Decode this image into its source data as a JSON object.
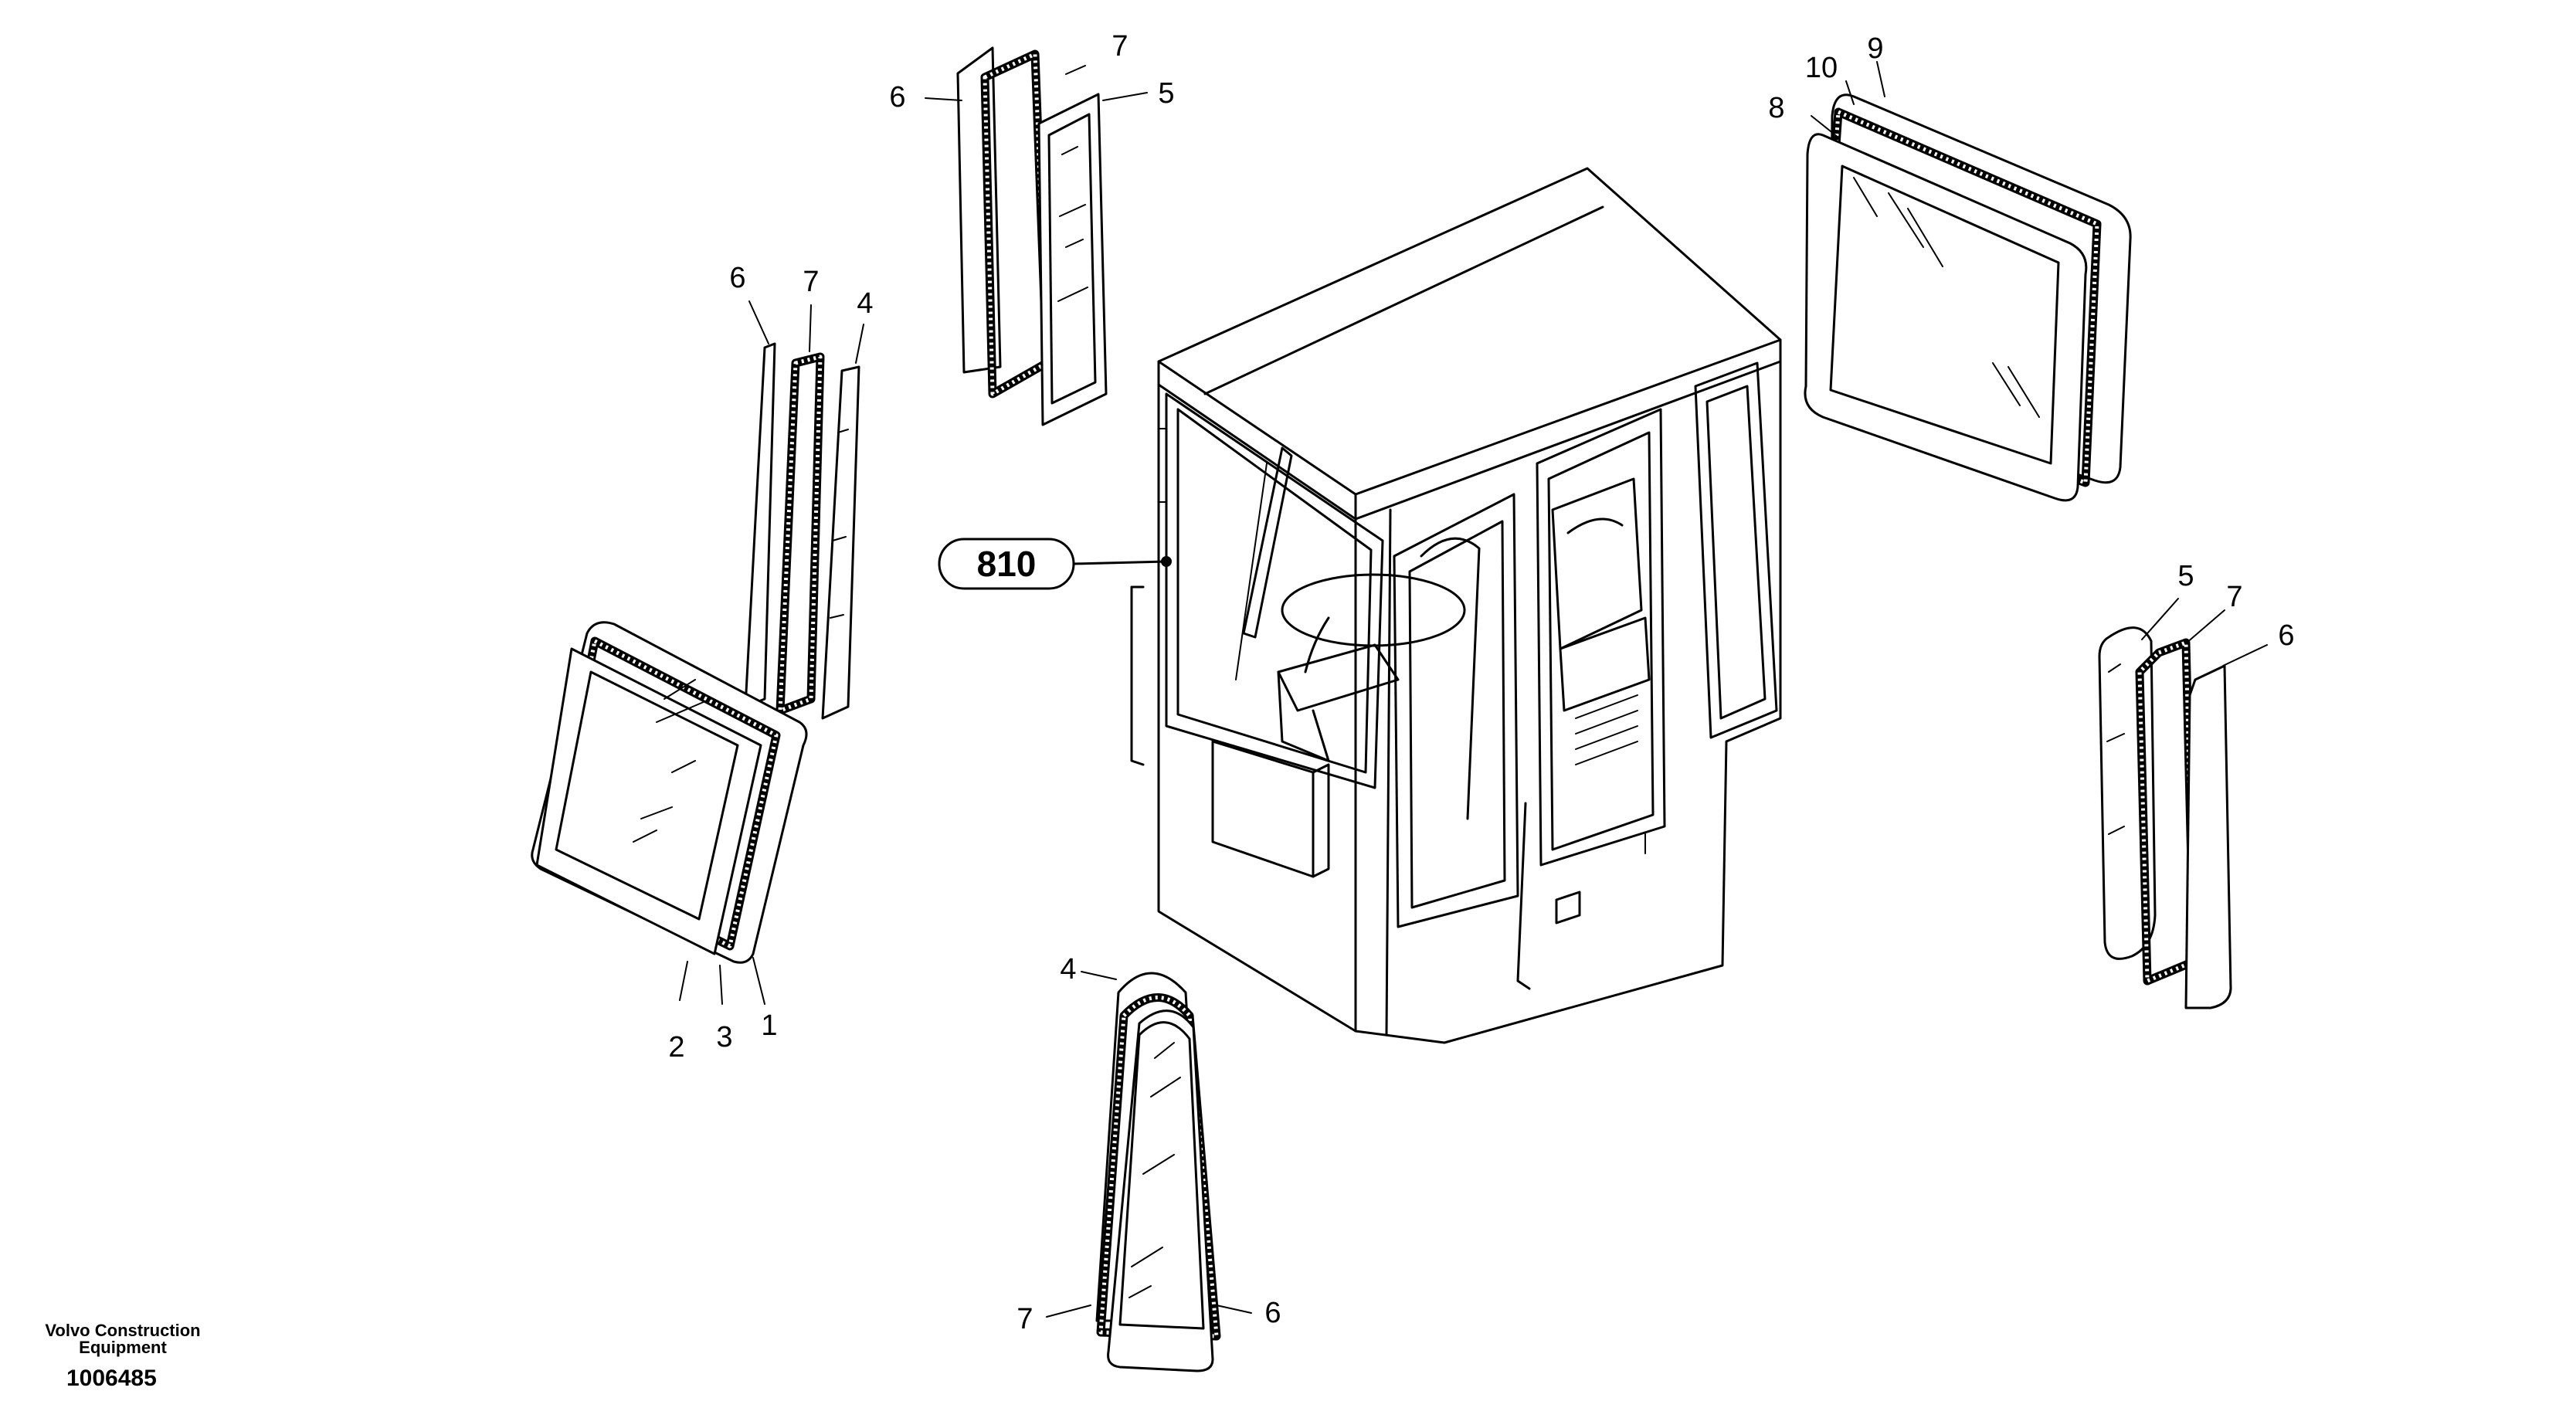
{
  "callouts": {
    "c1": "1",
    "c2": "2",
    "c3": "3",
    "c4a": "4",
    "c4b": "4",
    "c5a": "5",
    "c5b": "5",
    "c6a": "6",
    "c6b": "6",
    "c6c": "6",
    "c6d": "6",
    "c7a": "7",
    "c7b": "7",
    "c7c": "7",
    "c7d": "7",
    "c8": "8",
    "c9": "9",
    "c10": "10"
  },
  "reference": {
    "label": "810"
  },
  "footer": {
    "brand_line1": "Volvo Construction",
    "brand_line2": "Equipment",
    "drawing_number": "1006485"
  }
}
